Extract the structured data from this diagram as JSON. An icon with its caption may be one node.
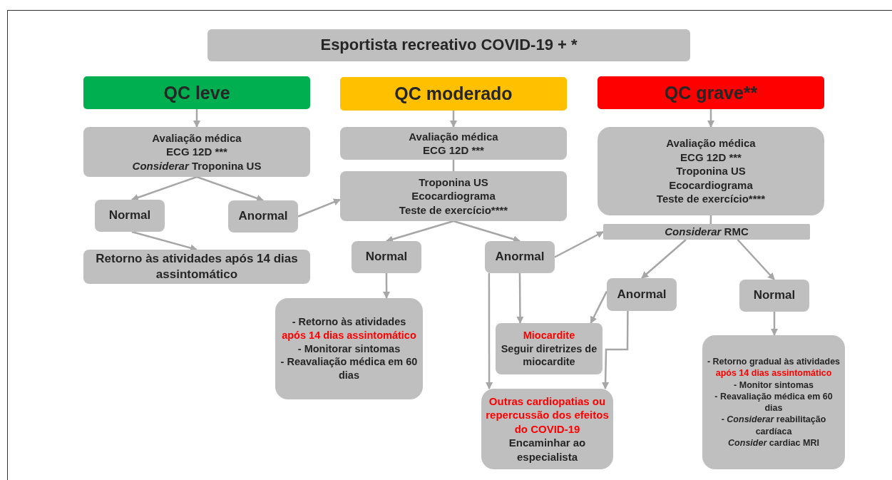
{
  "diagram": {
    "nodes": [
      {
        "text": [
          "Esportista recreativo COVID-19 + *"
        ]
      },
      {
        "text": [
          "QC leve"
        ]
      },
      {
        "text": [
          "QC moderado"
        ]
      },
      {
        "text": [
          "QC grave**"
        ]
      },
      {
        "text": [
          "Avaliação médica",
          "ECG 12D ***",
          "*Considerar* Troponina US"
        ]
      },
      {
        "text": [
          "Normal"
        ]
      },
      {
        "text": [
          "Anormal"
        ]
      },
      {
        "text": [
          "Retorno às atividades após 14 dias assintomático"
        ]
      },
      {
        "text": [
          "Avaliação médica",
          "ECG 12D ***"
        ]
      },
      {
        "text": [
          "Troponina US",
          "Ecocardiograma",
          "Teste de exercício****"
        ]
      },
      {
        "text": [
          "Normal"
        ]
      },
      {
        "text": [
          "Anormal"
        ]
      },
      {
        "text": [
          "- Retorno às atividades",
          "após 14 dias assintomático",
          "- Monitorar sintomas",
          "- Reavaliação médica em 60 dias"
        ]
      },
      {
        "text": [
          "Miocardite",
          "Seguir diretrizes de miocardite"
        ]
      },
      {
        "text": [
          "Outras cardiopatias ou repercussão dos efeitos do COVID-19",
          "Encaminhar ao especialista"
        ]
      },
      {
        "text": [
          "Avaliação médica",
          "ECG 12D ***",
          "Troponina US",
          "Ecocardiograma",
          "Teste de exercício****"
        ]
      },
      {
        "text": [
          "*Considerar* RMC"
        ]
      },
      {
        "text": [
          "Anormal"
        ]
      },
      {
        "text": [
          "Normal"
        ]
      },
      {
        "text": [
          "- Retorno gradual às atividades",
          "após 14 dias assintomático",
          "- Monitor sintomas",
          "- Reavaliação médica em 60 dias",
          "- *Considerar* reabilitação cardíaca",
          "*Consider* cardiac MRI"
        ]
      }
    ],
    "edges": [
      {
        "from": 1,
        "to": 4,
        "arrow": "to"
      },
      {
        "from": 4,
        "to": 5,
        "arrow": "to"
      },
      {
        "from": 4,
        "to": 6,
        "arrow": "to"
      },
      {
        "from": 5,
        "to": 7,
        "arrow": "to"
      },
      {
        "from": 6,
        "to": 9,
        "arrow": "to"
      },
      {
        "from": 2,
        "to": 8,
        "arrow": "to"
      },
      {
        "from": 8,
        "to": 9,
        "arrow": "none"
      },
      {
        "from": 9,
        "to": 10,
        "arrow": "to"
      },
      {
        "from": 9,
        "to": 11,
        "arrow": "to"
      },
      {
        "from": 10,
        "to": 12,
        "arrow": "to"
      },
      {
        "from": 11,
        "to": 16,
        "arrow": "to"
      },
      {
        "from": 11,
        "to": 13,
        "arrow": "to"
      },
      {
        "from": 11,
        "to": 14,
        "arrow": "to"
      },
      {
        "from": 3,
        "to": 15,
        "arrow": "to"
      },
      {
        "from": 15,
        "to": 16,
        "arrow": "none"
      },
      {
        "from": 16,
        "to": 17,
        "arrow": "to"
      },
      {
        "from": 16,
        "to": 18,
        "arrow": "to"
      },
      {
        "from": 17,
        "to": 13,
        "arrow": "to"
      },
      {
        "from": 17,
        "to": 14,
        "arrow": "to"
      },
      {
        "from": 18,
        "to": 19,
        "arrow": "to"
      }
    ]
  }
}
